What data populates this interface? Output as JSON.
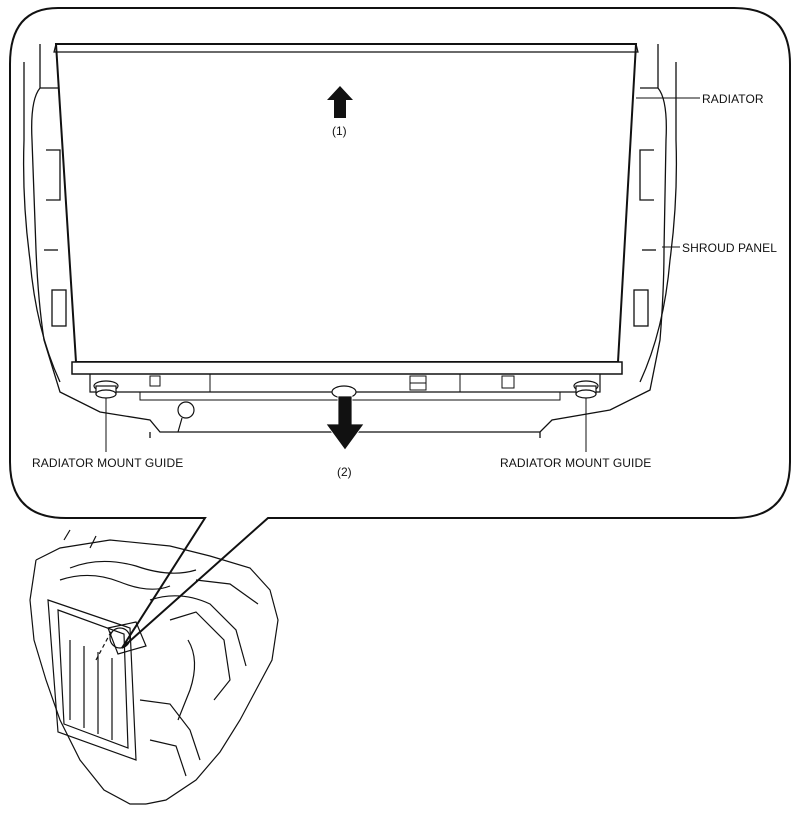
{
  "labels": {
    "radiator": "RADIATOR",
    "shroud_panel": "SHROUD PANEL",
    "mount_guide_left": "RADIATOR MOUNT GUIDE",
    "mount_guide_right": "RADIATOR MOUNT GUIDE"
  },
  "steps": {
    "step1": "(1)",
    "step2": "(2)"
  },
  "icons": {
    "up_arrow": "arrow-up-icon",
    "down_arrow": "arrow-down-icon"
  },
  "colors": {
    "line": "#111111",
    "background": "#ffffff"
  }
}
